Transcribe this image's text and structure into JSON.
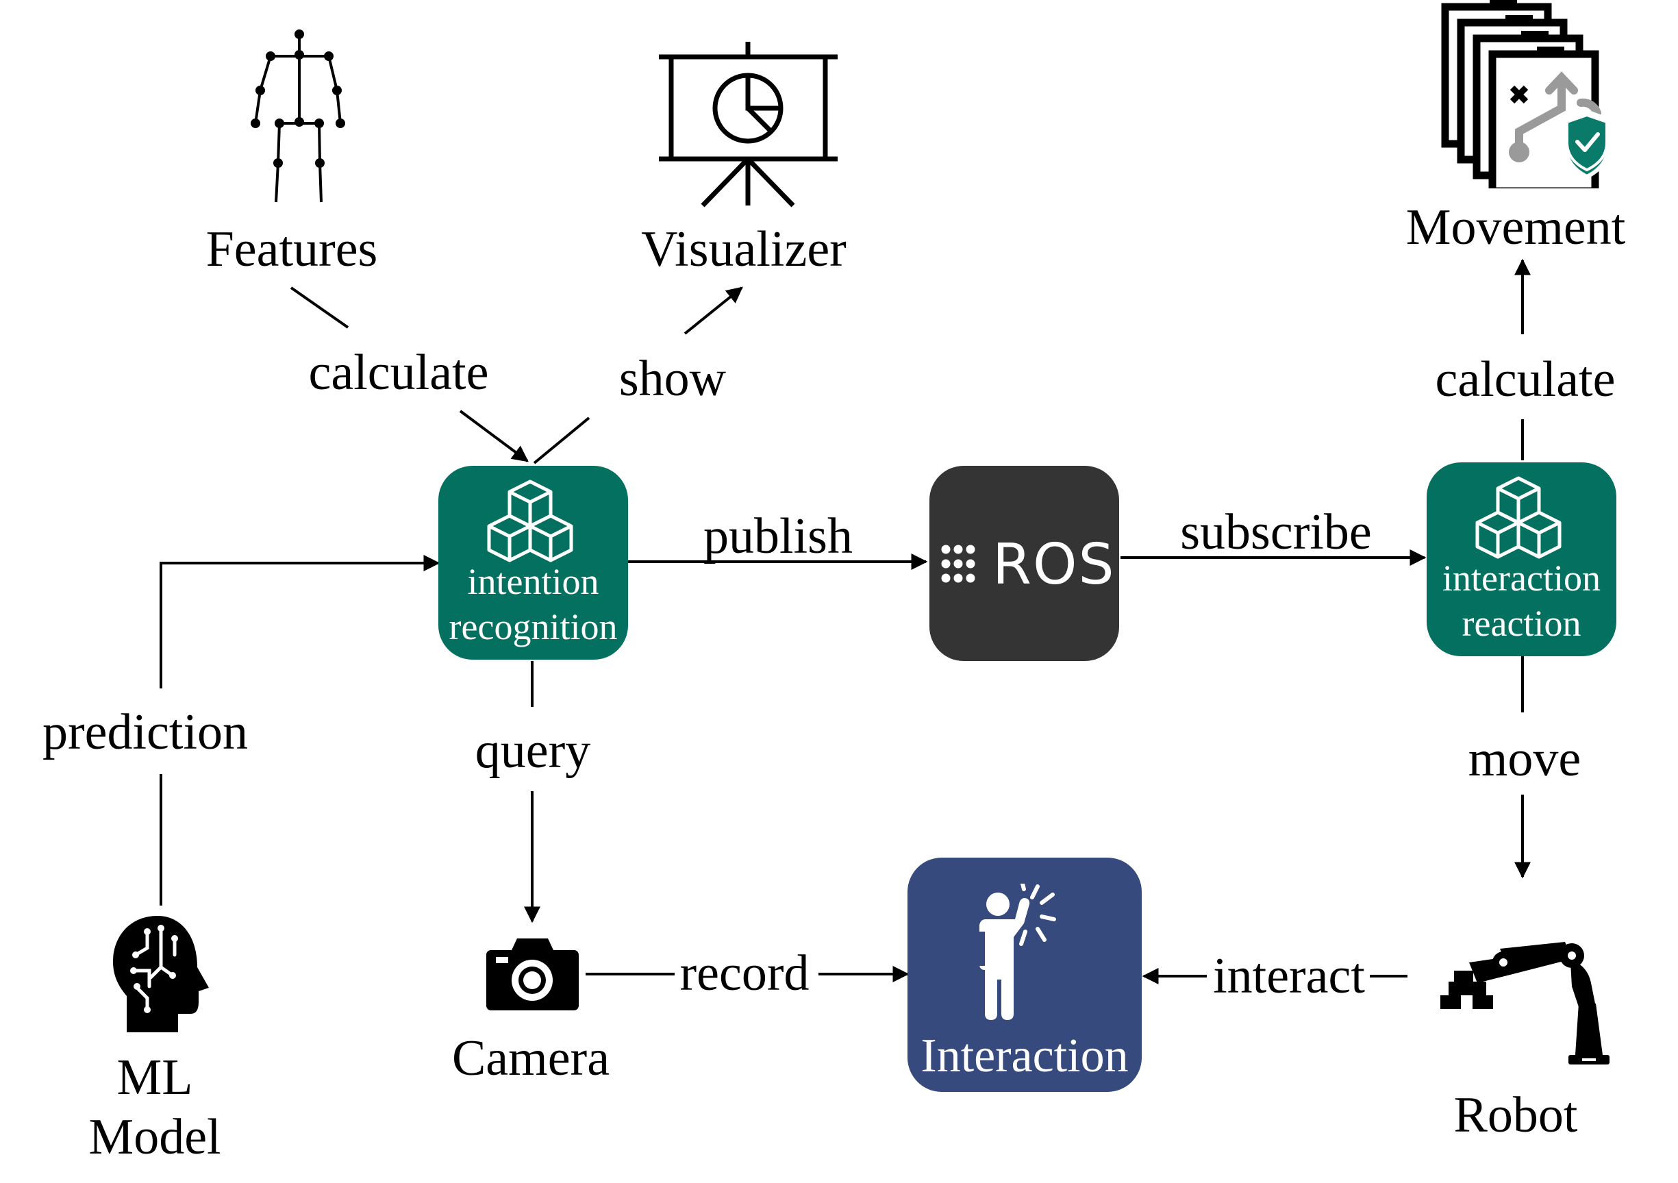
{
  "nodes": {
    "features": "Features",
    "visualizer": "Visualizer",
    "movement": "Movement",
    "intention": [
      "intention",
      "recognition"
    ],
    "ros": "ROS",
    "interaction_reaction": [
      "interaction",
      "reaction"
    ],
    "ml_model": [
      "ML",
      "Model"
    ],
    "camera": "Camera",
    "interaction": "Interaction",
    "robot": "Robot"
  },
  "edges": {
    "calculate_left": "calculate",
    "show": "show",
    "calculate_right": "calculate",
    "publish": "publish",
    "subscribe": "subscribe",
    "prediction": "prediction",
    "query": "query",
    "move": "move",
    "record": "record",
    "interact": "interact"
  },
  "colors": {
    "teal": "#047060",
    "ros_dark": "#343434",
    "navy": "#364a7e",
    "shield": "#0a7a6a"
  },
  "icons": [
    "skeleton-icon",
    "presentation-chart-icon",
    "movement-plan-icon",
    "cubes-icon",
    "ros-logo-icon",
    "brain-circuit-icon",
    "camera-icon",
    "person-gesture-icon",
    "robot-arm-icon"
  ]
}
